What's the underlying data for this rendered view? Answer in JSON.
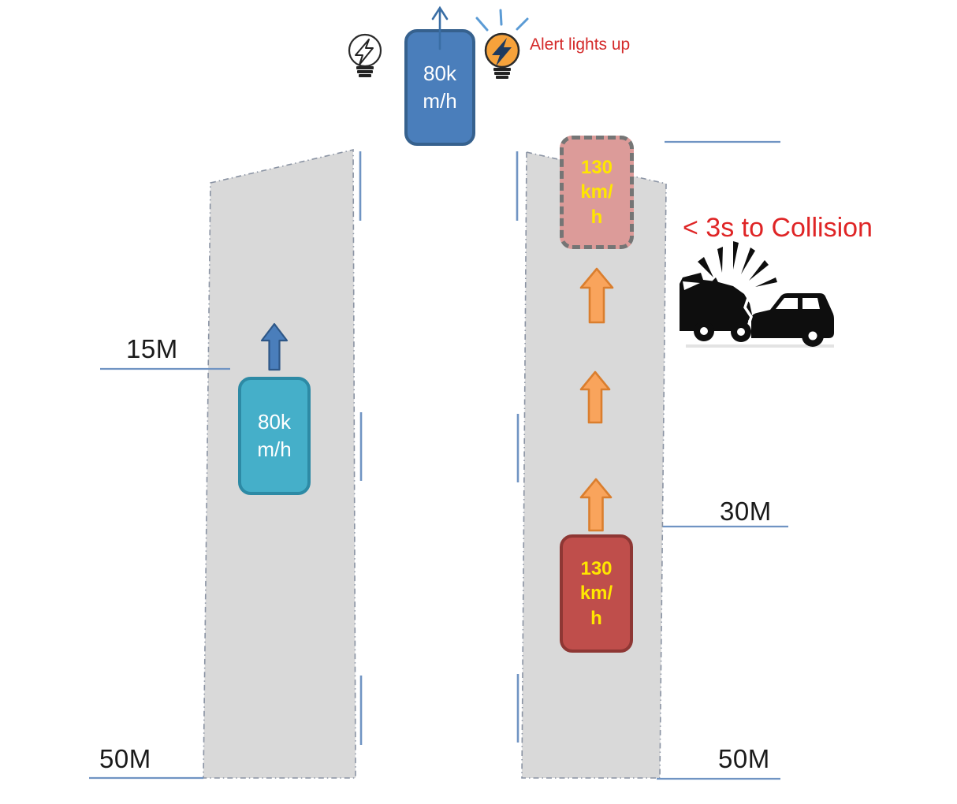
{
  "header": {
    "approaching_vehicle_speed": "80k\nm/h",
    "alert_label": "Alert lights up"
  },
  "left_road": {
    "vehicle_speed": "80k\nm/h",
    "distance_marker": "15M",
    "length_marker": "50M"
  },
  "right_road": {
    "projected_vehicle_speed": "130\nkm/\nh",
    "vehicle_speed": "130\nkm/\nh",
    "distance_marker": "30M",
    "length_marker": "50M"
  },
  "collision": {
    "warning_label": "< 3s to Collision"
  },
  "icons": {
    "bulb_idle": "bulb-idle-icon",
    "bulb_alert": "bulb-alert-icon",
    "alert_rays": "alert-rays-icon",
    "thin_up_arrow": "thin-up-arrow-icon",
    "blue_up_arrow": "blue-up-arrow-icon",
    "orange_up_arrow": "orange-up-arrow-icon",
    "car_crash": "car-crash-icon"
  },
  "colors": {
    "accent_blue": "#4a7ebb",
    "teal": "#45afc9",
    "red_vehicle": "#bf4e4b",
    "pink_ghost": "#dc9b99",
    "orange_arrow": "#f9a45c",
    "alert_red": "#d42a2a",
    "collision_red": "#df2526",
    "speed_text_yellow": "#ffe600",
    "road_gray": "#d9d9d9",
    "road_edge_gray": "#8a93a3",
    "guide_blue": "#7094c3"
  }
}
